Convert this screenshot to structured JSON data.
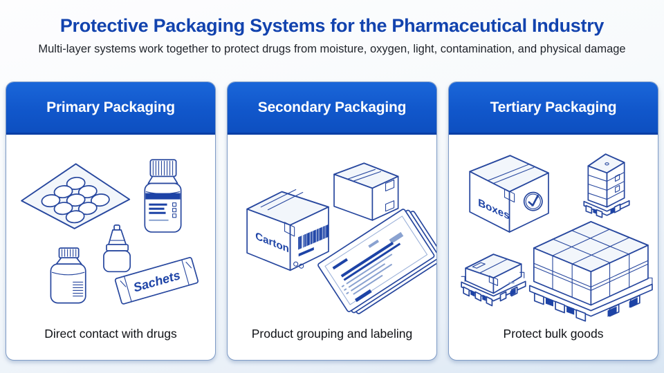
{
  "title": "Protective Packaging Systems for the Pharmaceutical Industry",
  "subtitle": "Multi-layer systems work together to protect drugs from moisture, oxygen, light, contamination, and physical damage",
  "colors": {
    "title_blue": "#1243ae",
    "header_blue": "#1157cb",
    "line_art_blue": "#27479e",
    "accent_blue": "#1d43a6",
    "card_border": "#7e9bc6",
    "caption_text": "#101216"
  },
  "cards": [
    {
      "id": "primary",
      "header": "Primary Packaging",
      "caption": "Direct contact with drugs",
      "icons": [
        "blister-pack-icon",
        "pill-bottle-icon",
        "liquid-bottle-icon",
        "dropper-bottle-icon",
        "sachet-icon"
      ],
      "labels": {
        "sachet": "Sachets"
      }
    },
    {
      "id": "secondary",
      "header": "Secondary Packaging",
      "caption": "Product grouping and labeling",
      "icons": [
        "carton-box-icon",
        "shipping-box-icon",
        "leaflet-stack-icon",
        "barcode-icon"
      ],
      "labels": {
        "carton": "Carton"
      }
    },
    {
      "id": "tertiary",
      "header": "Tertiary Packaging",
      "caption": "Protect bulk goods",
      "icons": [
        "bulk-box-icon",
        "check-badge-icon",
        "stacked-pallet-icon",
        "low-pallet-icon",
        "palletized-boxes-icon"
      ],
      "labels": {
        "boxes": "Boxes"
      }
    }
  ]
}
